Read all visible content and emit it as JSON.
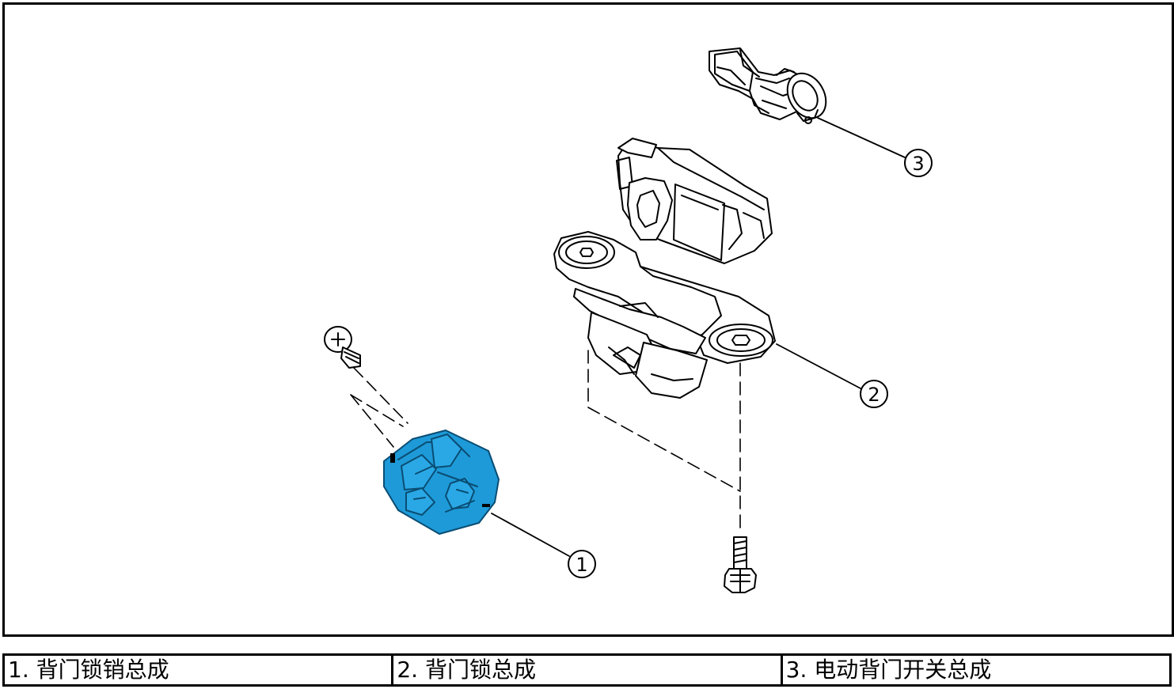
{
  "callouts": [
    {
      "number": "1"
    },
    {
      "number": "2"
    },
    {
      "number": "3"
    }
  ],
  "legend": [
    {
      "number": "1",
      "text": "背门锁销总成"
    },
    {
      "number": "2",
      "text": "背门锁总成"
    },
    {
      "number": "3",
      "text": "电动背门开关总成"
    }
  ],
  "colors": {
    "highlight": "#1e9ad8",
    "highlight_stroke": "#0a4d73",
    "line": "#000000",
    "background": "#ffffff"
  }
}
